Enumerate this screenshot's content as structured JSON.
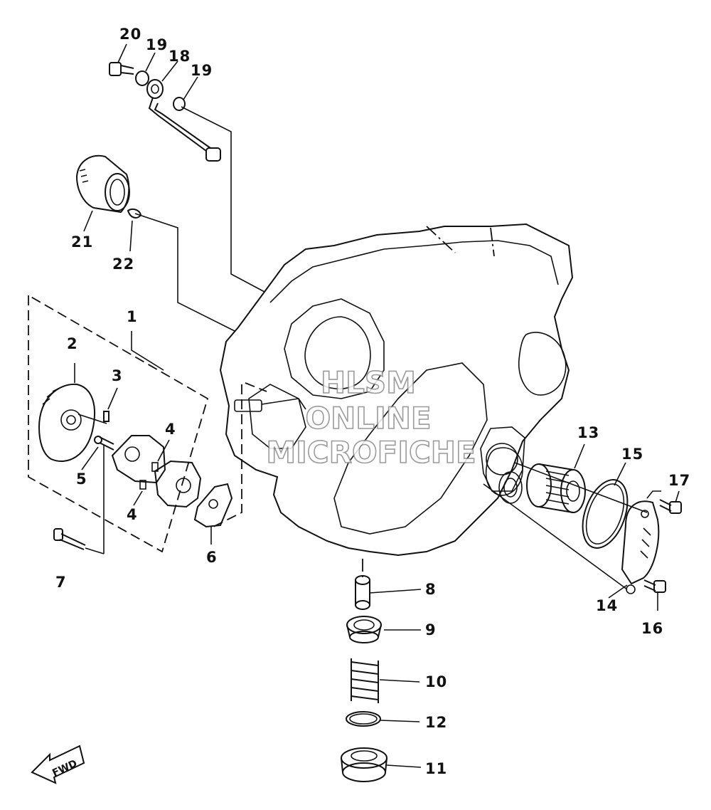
{
  "watermark": {
    "line1": "HLSM",
    "line2": "ONLINE",
    "line3": "MICROFICHE"
  },
  "direction_badge": "FWD",
  "labels": {
    "p1": "1",
    "p2": "2",
    "p3": "3",
    "p4a": "4",
    "p4b": "4",
    "p5": "5",
    "p6": "6",
    "p7": "7",
    "p8": "8",
    "p9": "9",
    "p10": "10",
    "p11": "11",
    "p12": "12",
    "p13": "13",
    "p14": "14",
    "p15": "15",
    "p16": "16",
    "p17": "17",
    "p18": "18",
    "p19a": "19",
    "p19b": "19",
    "p20": "20",
    "p21": "21",
    "p22": "22"
  }
}
